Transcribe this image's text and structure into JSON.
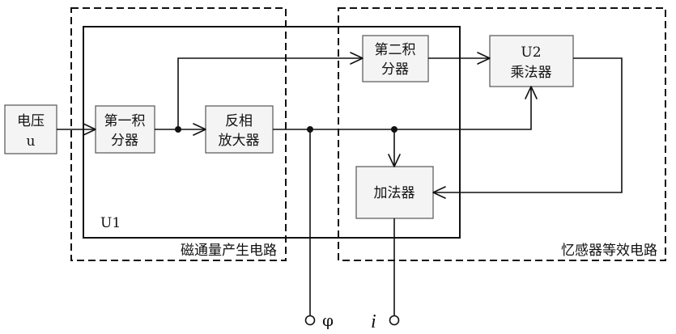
{
  "blocks": {
    "voltage": {
      "line1": "电压",
      "line2": "u"
    },
    "integrator1": {
      "line1": "第一积",
      "line2": "分器"
    },
    "inverter": {
      "line1": "反相",
      "line2": "放大器"
    },
    "integrator2": {
      "line1": "第二积",
      "line2": "分器"
    },
    "multiplier": {
      "line1": "U2",
      "line2": "乘法器"
    },
    "adder": {
      "line1": "加法器"
    }
  },
  "regions": {
    "flux": {
      "label": "磁通量产生电路",
      "tag": "U1"
    },
    "memristor": {
      "label": "忆感器等效电路"
    }
  },
  "terminals": {
    "phi": "φ",
    "current": "i"
  }
}
